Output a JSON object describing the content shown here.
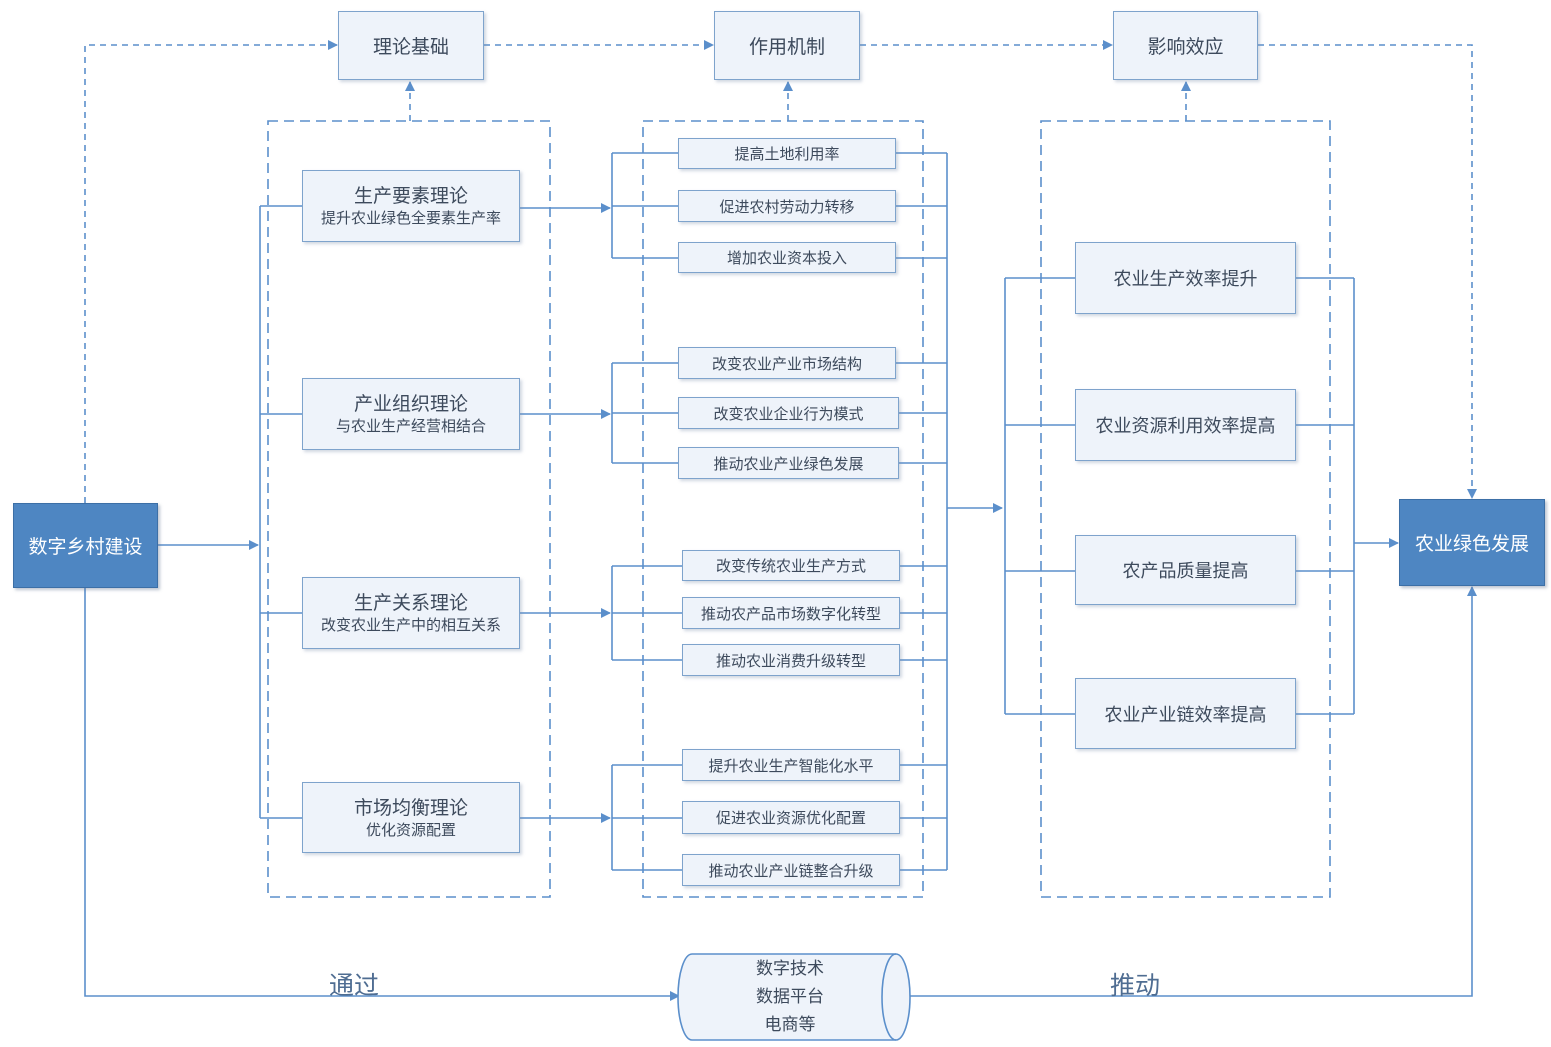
{
  "headers": {
    "theory": "理论基础",
    "mechanism": "作用机制",
    "effect": "影响效应"
  },
  "source": "数字乡村建设",
  "target": "农业绿色发展",
  "theories": [
    {
      "title": "生产要素理论",
      "subtitle": "提升农业绿色全要素生产率"
    },
    {
      "title": "产业组织理论",
      "subtitle": "与农业生产经营相结合"
    },
    {
      "title": "生产关系理论",
      "subtitle": "改变农业生产中的相互关系"
    },
    {
      "title": "市场均衡理论",
      "subtitle": "优化资源配置"
    }
  ],
  "mechanisms": [
    "提高土地利用率",
    "促进农村劳动力转移",
    "增加农业资本投入",
    "改变农业产业市场结构",
    "改变农业企业行为模式",
    "推动农业产业绿色发展",
    "改变传统农业生产方式",
    "推动农产品市场数字化转型",
    "推动农业消费升级转型",
    "提升农业生产智能化水平",
    "促进农业资源优化配置",
    "推动农业产业链整合升级"
  ],
  "effects": [
    "农业生产效率提升",
    "农业资源利用效率提高",
    "农产品质量提高",
    "农业产业链效率提高"
  ],
  "tech_platform": [
    "数字技术",
    "数据平台",
    "电商等"
  ],
  "labels": {
    "via": "通过",
    "drive": "推动"
  },
  "colors": {
    "line": "#5b8fcb",
    "box_fill": "#eef3fa",
    "solid_fill": "#4e86c2"
  }
}
